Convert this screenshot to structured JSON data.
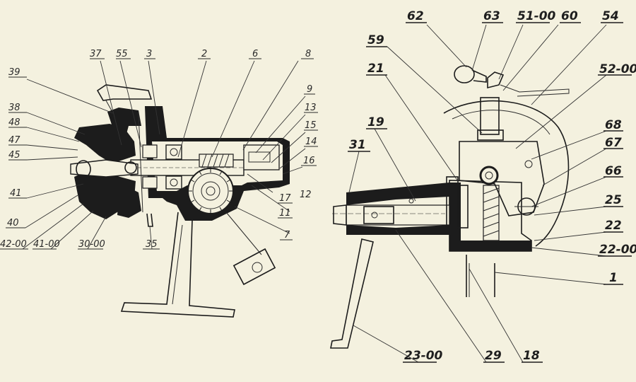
{
  "diagram": {
    "left_view_labels": [
      "39",
      "37",
      "55",
      "3",
      "2",
      "6",
      "8",
      "9",
      "13",
      "15",
      "14",
      "16",
      "38",
      "48",
      "47",
      "45",
      "41",
      "40",
      "42-00",
      "41-00",
      "30-00",
      "35",
      "17",
      "12",
      "11",
      "7"
    ],
    "right_view_labels": [
      "62",
      "63",
      "51-00",
      "60",
      "54",
      "59",
      "52-00",
      "21",
      "68",
      "19",
      "67",
      "31",
      "66",
      "25",
      "22",
      "22-00",
      "1",
      "23-00",
      "29",
      "18"
    ]
  }
}
